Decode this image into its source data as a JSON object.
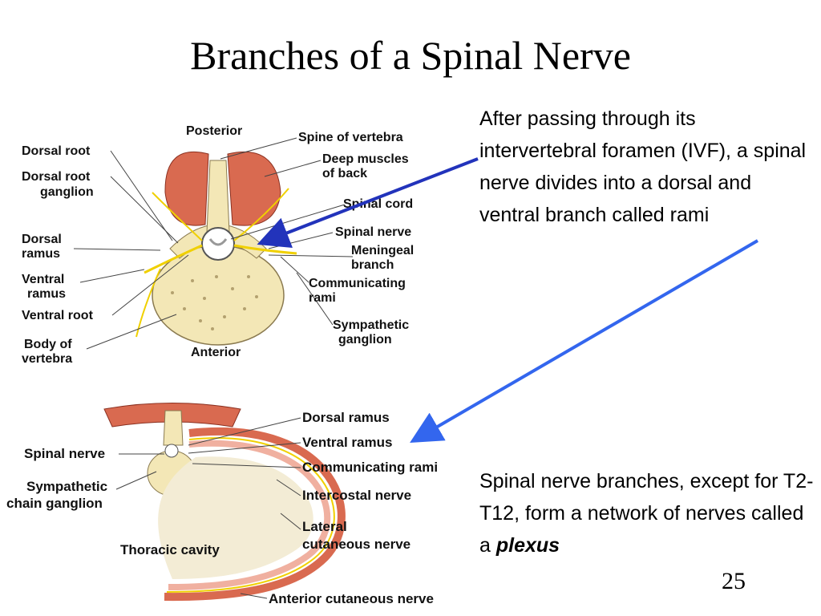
{
  "slide": {
    "title": "Branches of a Spinal Nerve",
    "number": "25"
  },
  "text_ivf": "After passing through its intervertebral foramen (IVF), a spinal nerve divides into a dorsal and ventral branch called rami",
  "text_plexus": {
    "before": "Spinal nerve branches, except for T2-T12, form a network of nerves called a ",
    "emphasis": "plexus"
  },
  "top_diagram": {
    "left_labels": [
      "Dorsal root",
      "Dorsal root",
      "ganglion",
      "Dorsal",
      "ramus",
      "Ventral",
      "ramus",
      "Ventral root",
      "Body of",
      "vertebra"
    ],
    "right_labels": [
      "Spine of vertebra",
      "Deep muscles",
      "of back",
      "Spinal cord",
      "Spinal nerve",
      "Meningeal",
      "branch",
      "Communicating",
      "rami",
      "Sympathetic",
      "ganglion"
    ],
    "posterior": "Posterior",
    "anterior": "Anterior"
  },
  "bottom_diagram": {
    "left_labels": [
      "Spinal nerve",
      "Sympathetic",
      "chain ganglion",
      "Thoracic cavity"
    ],
    "right_labels": [
      "Dorsal ramus",
      "Ventral ramus",
      "Communicating rami",
      "Intercostal nerve",
      "Lateral",
      "cutaneous nerve",
      "Anterior cutaneous nerve"
    ]
  },
  "colors": {
    "arrow1": "#2233bb",
    "arrow2": "#3366ee",
    "muscle": "#d96a50",
    "bone": "#f3e7b6",
    "nerve": "#f0d000"
  }
}
